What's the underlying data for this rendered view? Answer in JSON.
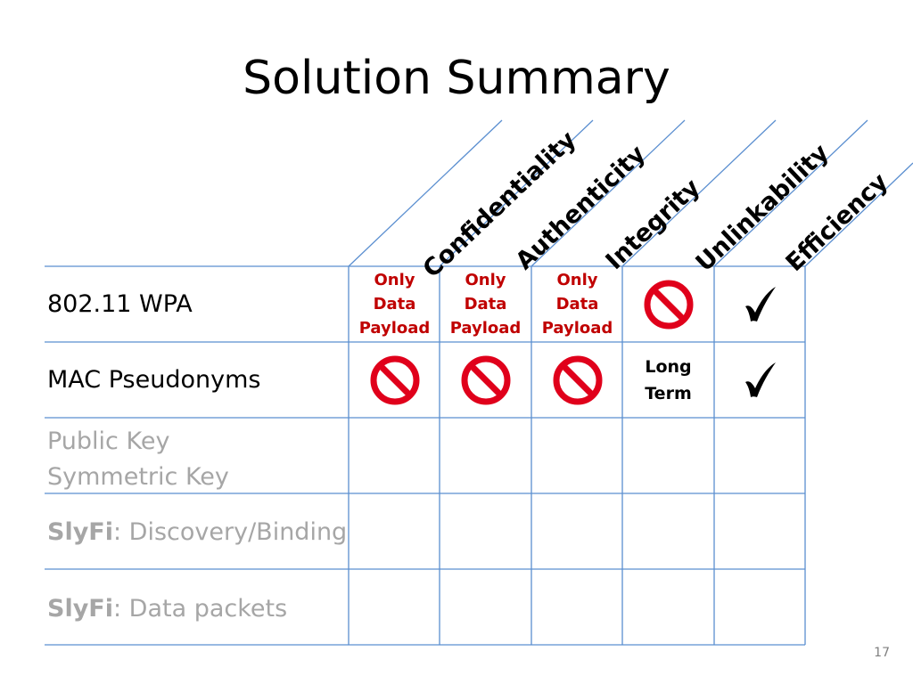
{
  "title": "Solution Summary",
  "columns": [
    "Confidentiality",
    "Authenticity",
    "Integrity",
    "Unlinkability",
    "Efficiency"
  ],
  "rows": [
    {
      "label": "802.11 WPA",
      "style": "normal"
    },
    {
      "label": "MAC Pseudonyms",
      "style": "normal"
    },
    {
      "label_line1": "Public Key",
      "label_line2": "Symmetric Key",
      "style": "dim"
    },
    {
      "label_bold": "SlyFi",
      "label_rest": ": Discovery/Binding",
      "style": "dim"
    },
    {
      "label_bold": "SlyFi",
      "label_rest": ": Data packets",
      "style": "dim"
    }
  ],
  "cells": {
    "r0": {
      "c0": {
        "type": "note",
        "line1": "Only",
        "line2": "Data",
        "line3": "Payload"
      },
      "c1": {
        "type": "note",
        "line1": "Only",
        "line2": "Data",
        "line3": "Payload"
      },
      "c2": {
        "type": "note",
        "line1": "Only",
        "line2": "Data",
        "line3": "Payload"
      },
      "c3": {
        "type": "icon",
        "icon": "no-symbol-icon"
      },
      "c4": {
        "type": "icon",
        "icon": "checkmark-icon"
      }
    },
    "r1": {
      "c0": {
        "type": "icon",
        "icon": "no-symbol-icon"
      },
      "c1": {
        "type": "icon",
        "icon": "no-symbol-icon"
      },
      "c2": {
        "type": "icon",
        "icon": "no-symbol-icon"
      },
      "c3": {
        "type": "note",
        "line1": "Long",
        "line2": "Term"
      },
      "c4": {
        "type": "icon",
        "icon": "checkmark-icon"
      }
    }
  },
  "colors": {
    "grid": "#5b8fd0",
    "negative": "#e0001b",
    "note_red": "#c00000",
    "dim_text": "#a6a6a6"
  },
  "slide_number": "17"
}
